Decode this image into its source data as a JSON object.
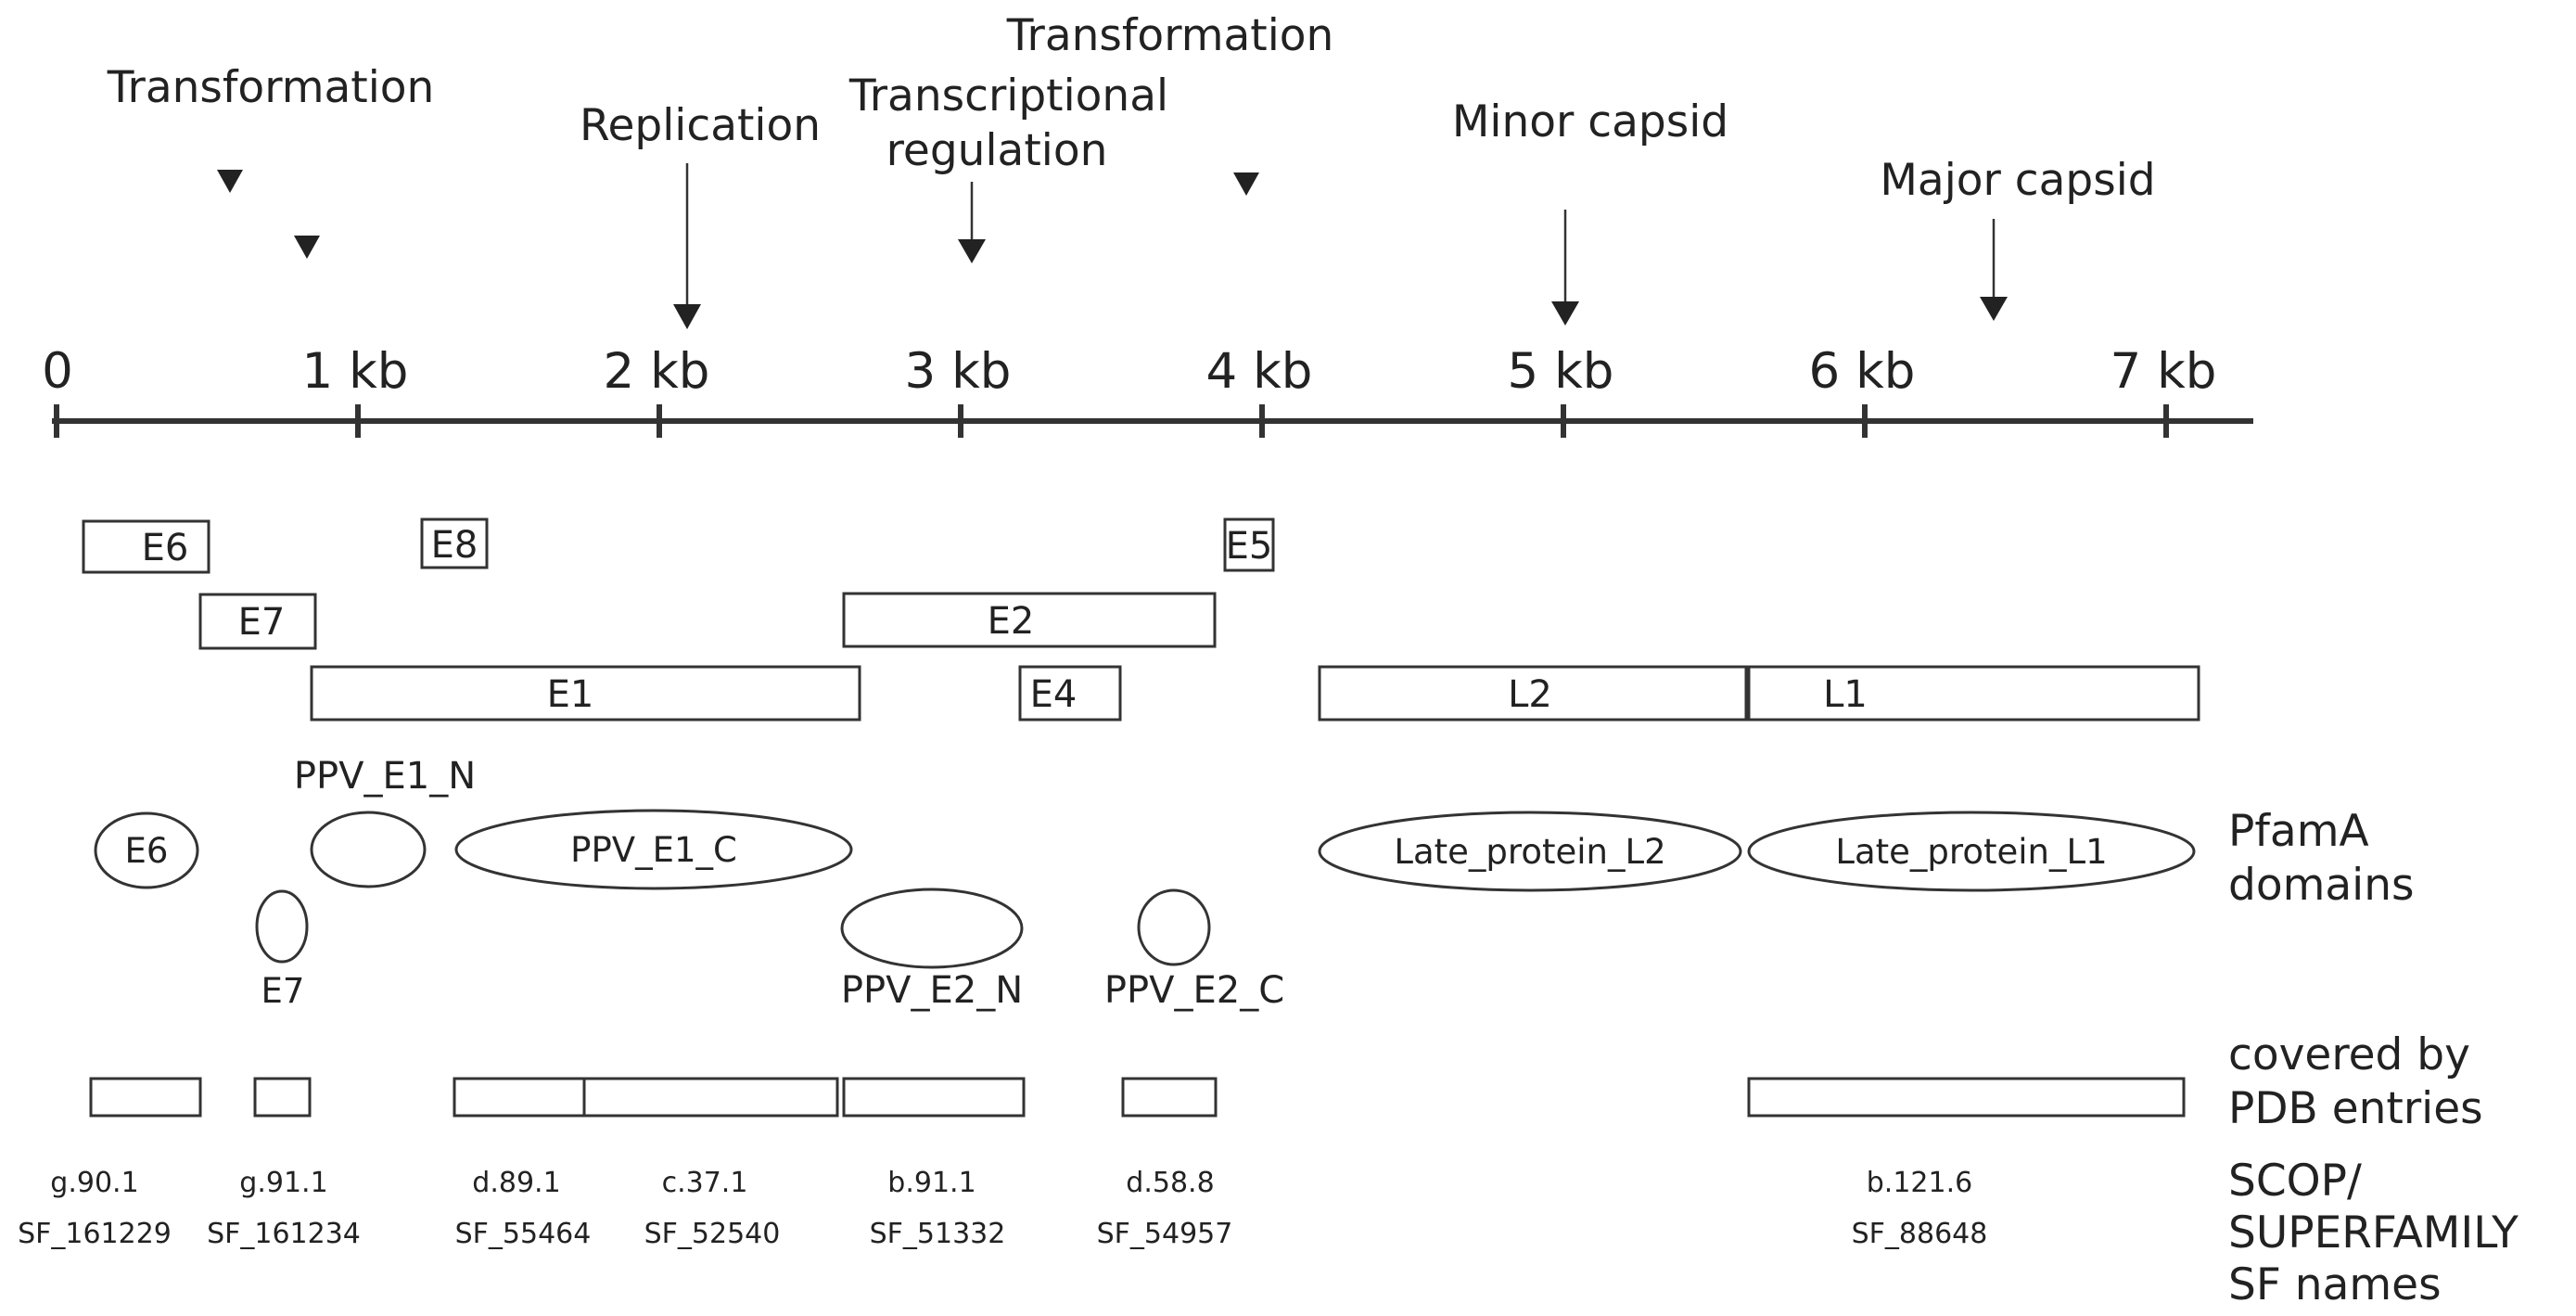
{
  "axis": {
    "ticks": [
      "0",
      "1 kb",
      "2 kb",
      "3 kb",
      "4 kb",
      "5 kb",
      "6 kb",
      "7 kb"
    ]
  },
  "annotations": {
    "transformation_e6_e7": "Transformation",
    "replication": "Replication",
    "transcriptional_regulation_1": "Transcriptional",
    "transcriptional_regulation_2": "regulation",
    "transformation_e5": "Transformation",
    "minor_capsid": "Minor capsid",
    "major_capsid": "Major capsid"
  },
  "genes": [
    "E6",
    "E8",
    "E5",
    "E7",
    "E2",
    "E1",
    "E4",
    "L2",
    "L1"
  ],
  "pfam_domains": [
    "PPV_E1_N",
    "E6",
    "PPV_E1_C",
    "E7",
    "PPV_E2_N",
    "PPV_E2_C",
    "Late_protein_L2",
    "Late_protein_L1"
  ],
  "scop": [
    {
      "code": "g.90.1",
      "sf": "SF_161229"
    },
    {
      "code": "g.91.1",
      "sf": "SF_161234"
    },
    {
      "code": "d.89.1",
      "sf": "SF_55464"
    },
    {
      "code": "c.37.1",
      "sf": "SF_52540"
    },
    {
      "code": "b.91.1",
      "sf": "SF_51332"
    },
    {
      "code": "d.58.8",
      "sf": "SF_54957"
    },
    {
      "code": "b.121.6",
      "sf": "SF_88648"
    }
  ],
  "row_labels": {
    "pfam_1": "PfamA",
    "pfam_2": "domains",
    "pdb_1": "covered by",
    "pdb_2": "PDB entries",
    "scop_1": "SCOP/",
    "scop_2": "SUPERFAMILY",
    "scop_3": "SF names"
  }
}
